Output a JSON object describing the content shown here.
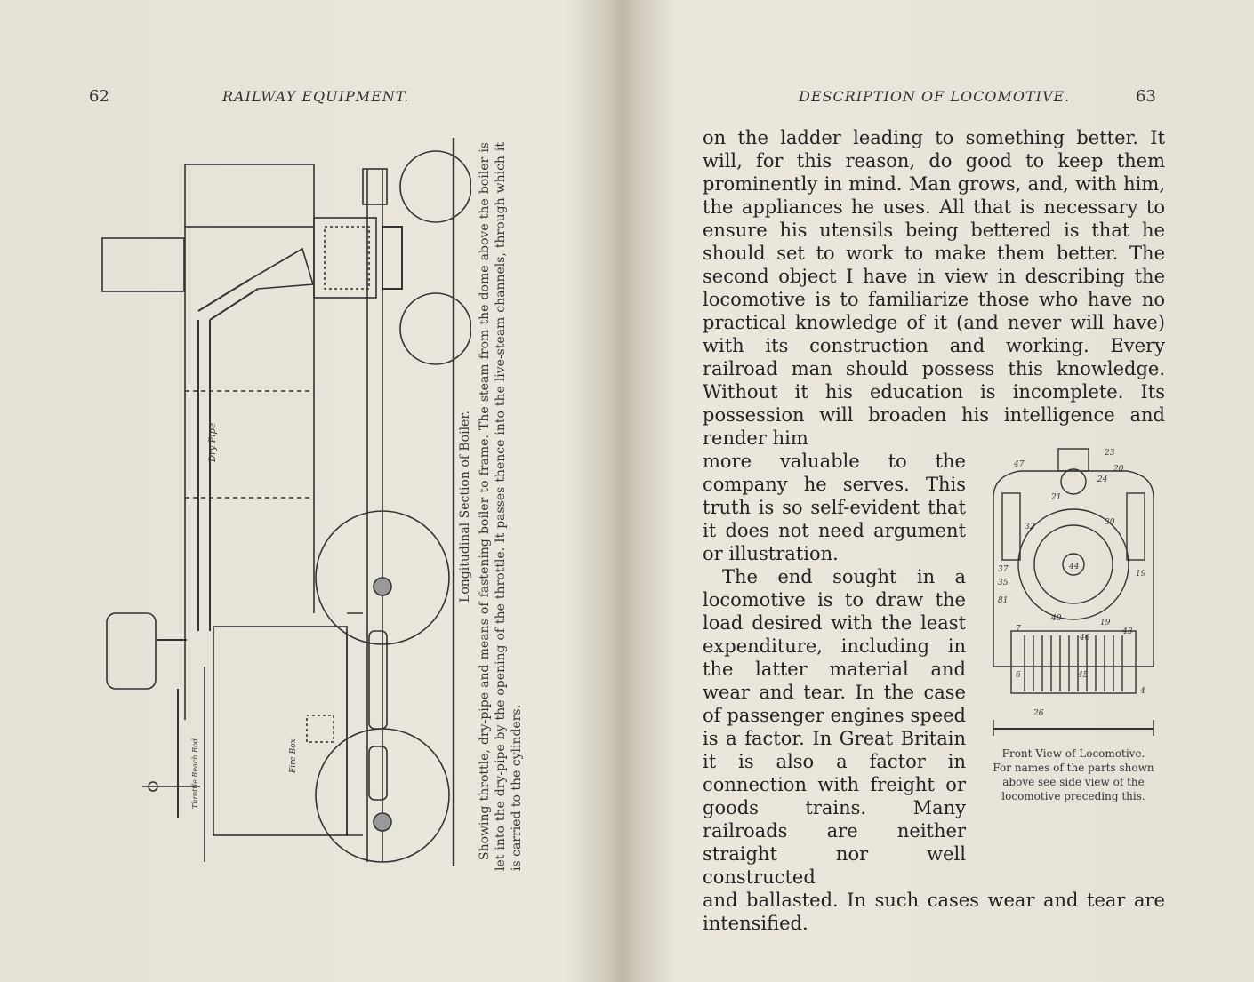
{
  "left_page": {
    "page_number": "62",
    "running_head": "RAILWAY EQUIPMENT.",
    "figure": {
      "caption_title": "Longitudinal Section of Boiler.",
      "caption_body": "Showing throttle, dry-pipe and means of fastening boiler to frame. The steam from the dome above the boiler is let into the dry-pipe by the opening of the throttle. It passes thence into the live-steam channels, through which it is carried to the cylinders.",
      "labels": {
        "dry_pipe": "Dry Pipe",
        "fire_box": "Fire Box",
        "throttle_rod": "Throttle Reach Rod"
      }
    }
  },
  "right_page": {
    "page_number": "63",
    "running_head": "DESCRIPTION OF LOCOMOTIVE.",
    "para1_full": "on the ladder leading to something better. It will, for this reason, do good to keep them prominently in mind. Man grows, and, with him, the appliances he uses. All that is necessary to ensure his utensils being bettered is that he should set to work to make them better. The second object I have in view in describing the locomotive is to familiarize those who have no practical knowledge of it (and never will have) with its construction and working. Every railroad man should possess this knowledge. Without it his education is incomplete. Its possession will broaden his intelligence and render him",
    "para1_narrow": "more valuable to the company he serves. This truth is so self-evident that it does not need argument or illustration.",
    "para2_narrow": "The end sought in a locomotive is to draw the load desired with the least expenditure, including in the latter material and wear and tear. In the case of passenger engines speed is a factor. In Great Britain it is also a factor in connection with freight or goods trains. Many railroads are neither straight nor well constructed",
    "para2_full": "and ballasted. In such cases wear and tear are intensified.",
    "figure": {
      "caption_title": "Front View of Locomotive.",
      "caption_body": "For names of the parts shown above see side view of the locomotive preceding this.",
      "part_numbers": [
        "23",
        "47",
        "20",
        "24",
        "21",
        "32",
        "30",
        "44",
        "37",
        "35",
        "19",
        "81",
        "40",
        "19",
        "7",
        "46",
        "43",
        "6",
        "45",
        "4",
        "26"
      ]
    }
  }
}
